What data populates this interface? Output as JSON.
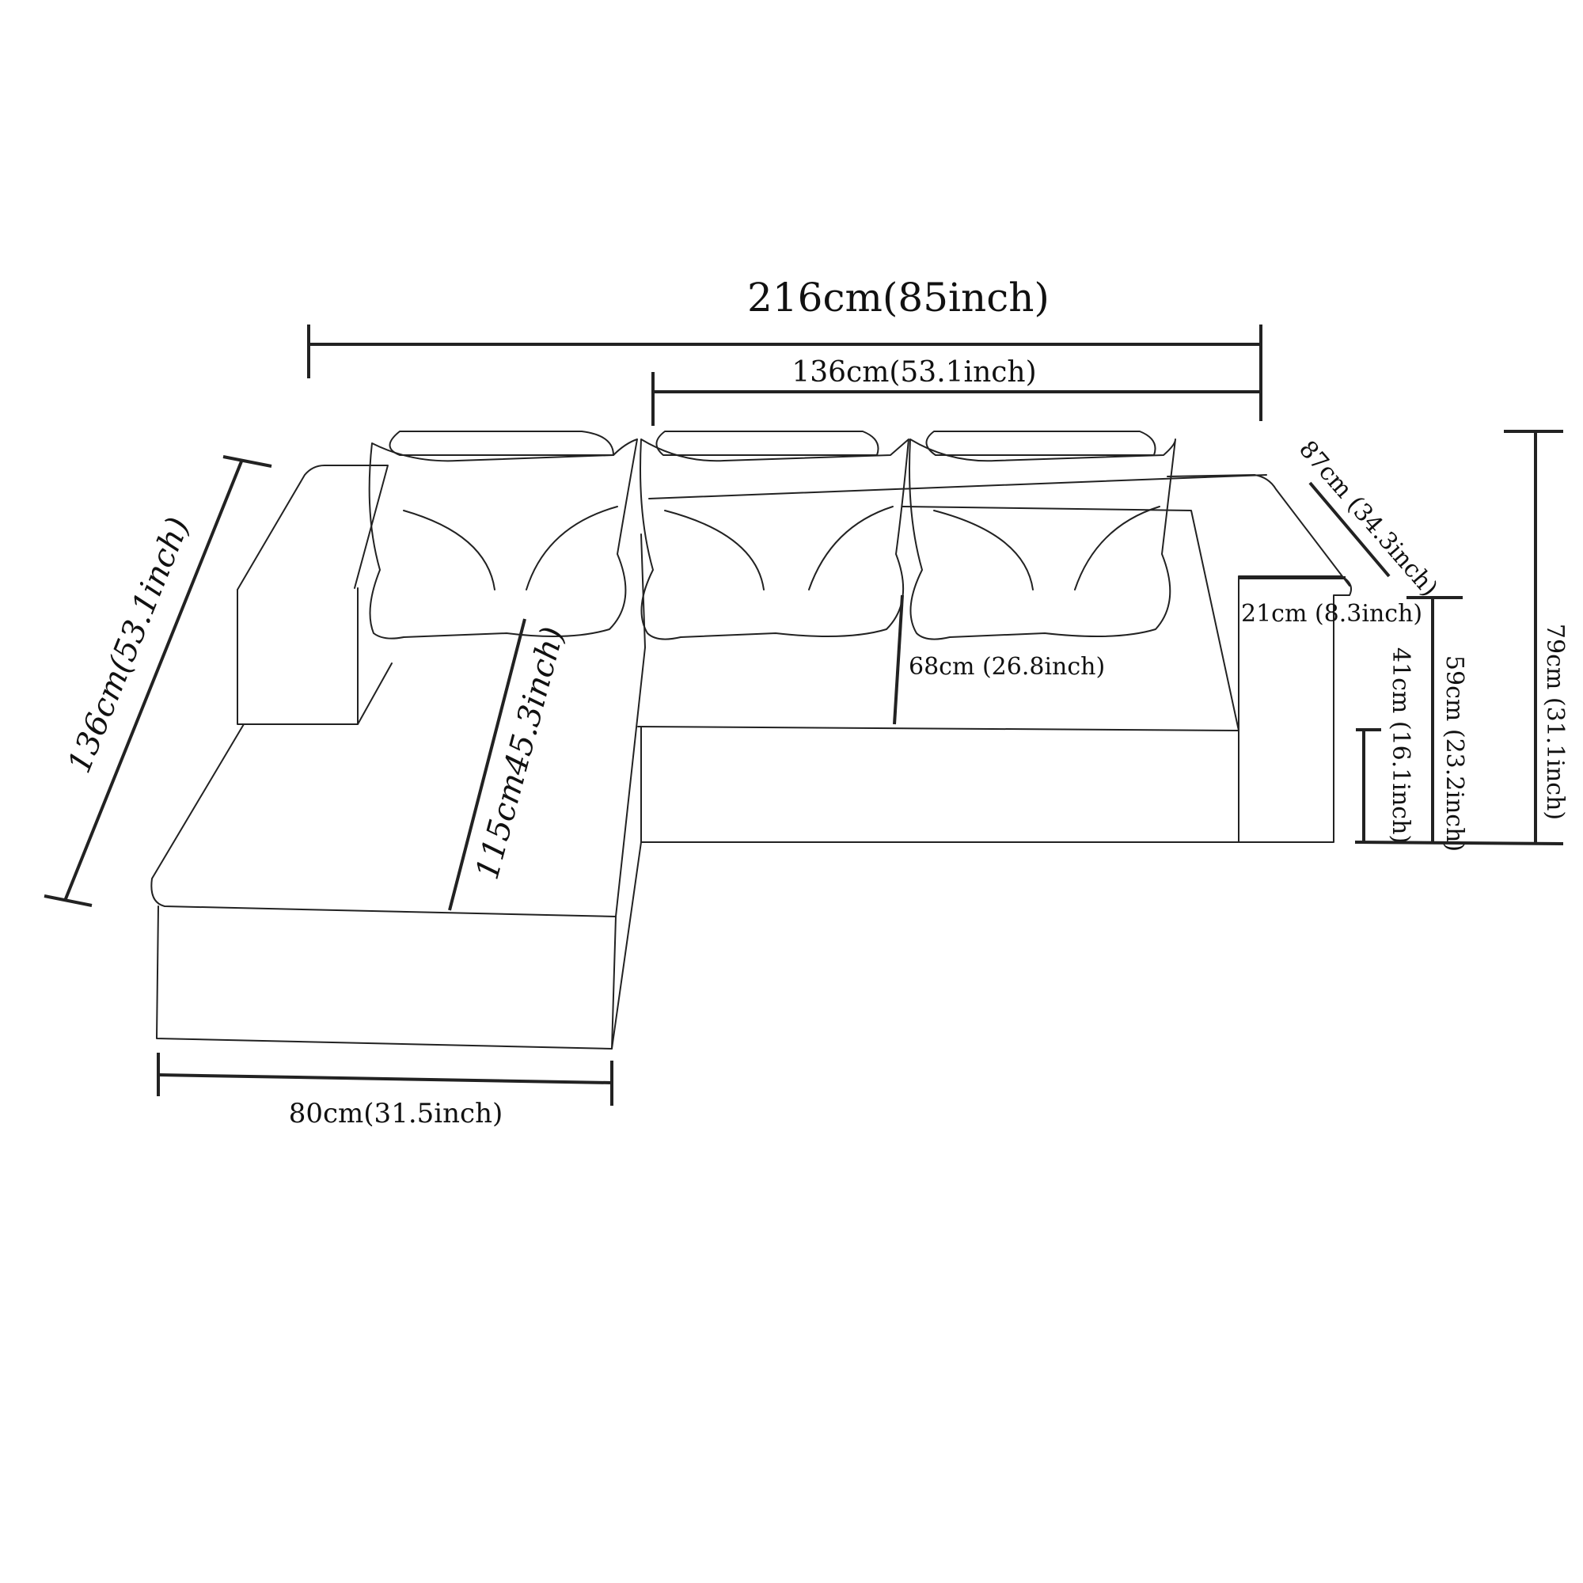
{
  "colors": {
    "line": "#222222",
    "background": "#ffffff"
  },
  "dimensions": {
    "total_width": "216cm(85inch)",
    "main_seat_width": "136cm(53.1inch)",
    "depth": "87cm (34.3inch)",
    "arm_width": "21cm (8.3inch)",
    "chaise_length": "136cm(53.1inch)",
    "chaise_seat_length": "115cm45.3inch)",
    "seat_depth": "68cm (26.8inch)",
    "seat_height": "41cm (16.1inch)",
    "arm_height": "59cm (23.2inch)",
    "total_height": "79cm (31.1inch)",
    "chaise_width": "80cm(31.5inch)"
  }
}
